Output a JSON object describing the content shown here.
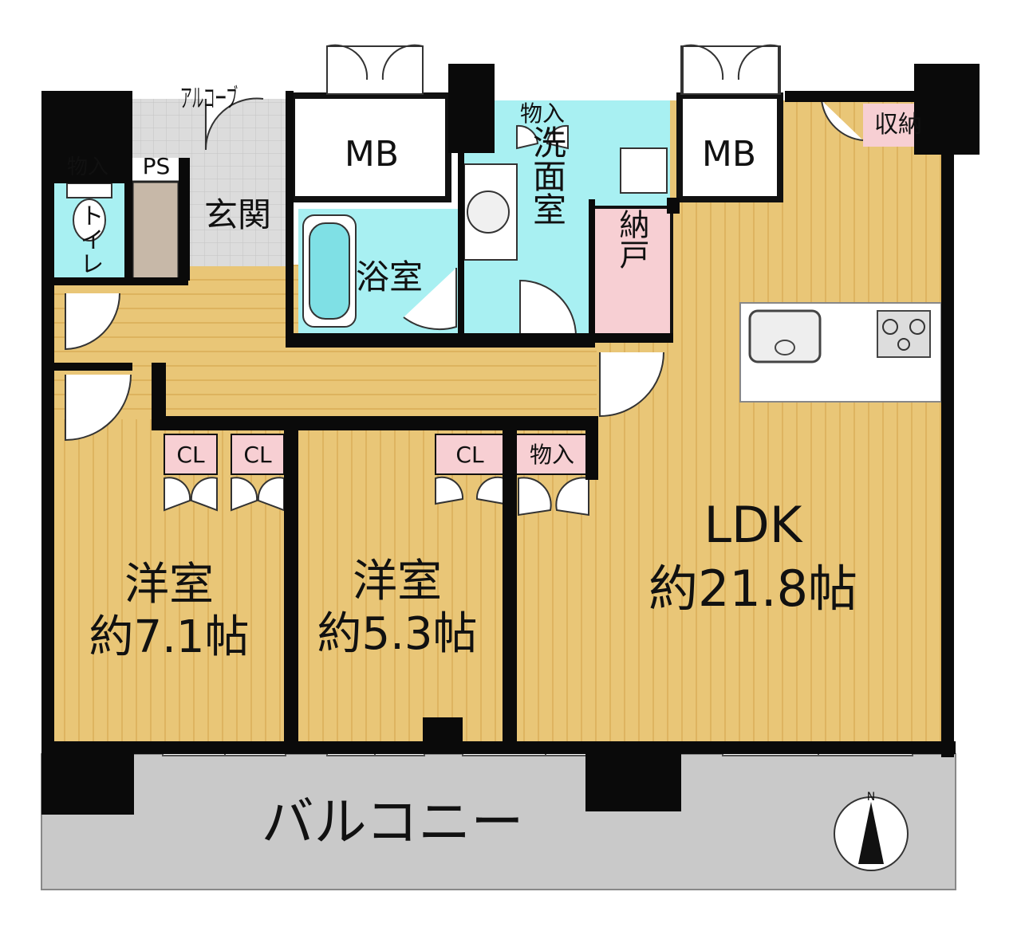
{
  "rooms": {
    "alcove": "アルコーブ",
    "storage_toilet": "物入",
    "ps": "PS",
    "entrance": "玄関",
    "toilet": "トイレ",
    "mb_left": "MB",
    "mb_right": "MB",
    "bath": "浴室",
    "washroom": "洗面室",
    "storage_wash": "物入",
    "closet_room": "納戸",
    "storage_kitchen": "収納",
    "cl1": "CL",
    "cl2": "CL",
    "cl3": "CL",
    "storage_hall": "物入",
    "western1_name": "洋室",
    "western1_size": "約7.1帖",
    "western2_name": "洋室",
    "western2_size": "約5.3帖",
    "ldk_name": "LDK",
    "ldk_size": "約21.8帖",
    "balcony": "バルコニー"
  },
  "compass": {
    "label": "N"
  },
  "colors": {
    "floor": "#e9c677",
    "floor_stripe": "#d9ad55",
    "wet": "#a8f0f2",
    "pink": "#f7cfd3",
    "wall": "#0a0a0a",
    "balcony": "#c9c9c9",
    "tile": "#d8d8d8",
    "ps": "#c7b8a8"
  }
}
